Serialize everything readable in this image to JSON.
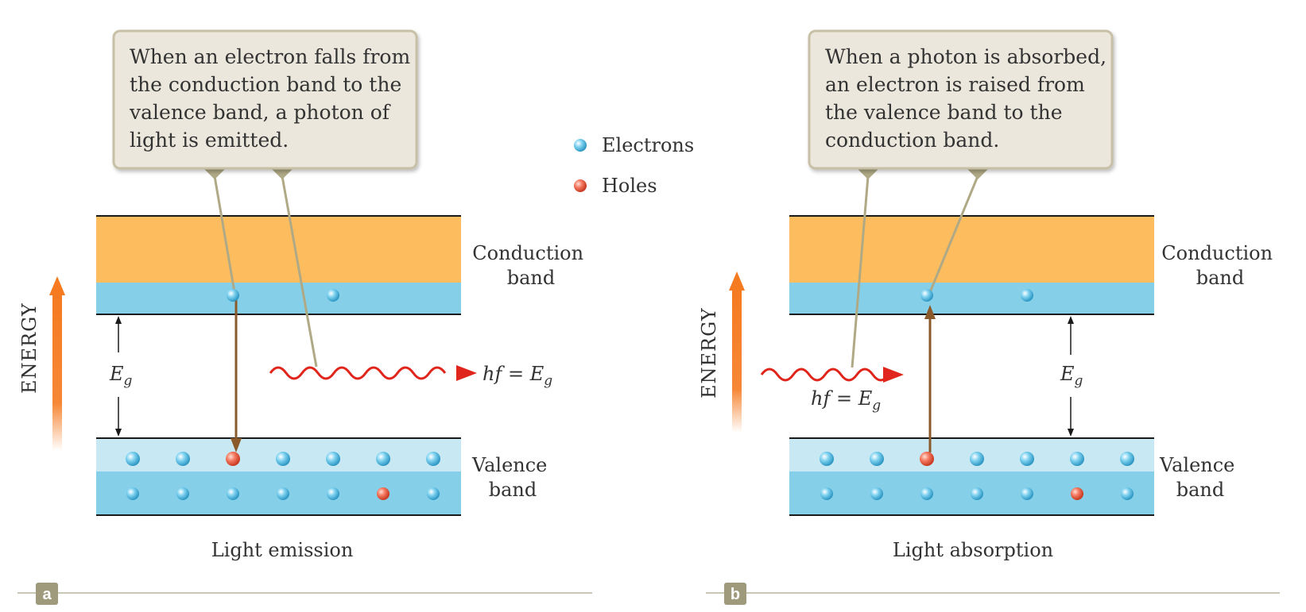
{
  "legend": {
    "electrons_label": "Electrons",
    "holes_label": "Holes"
  },
  "panel_a": {
    "letter": "a",
    "callout_lines": [
      "When an electron falls from",
      "the conduction band to the",
      "valence band, a photon of",
      "light is emitted."
    ],
    "conduction_label_lines": [
      "Conduction",
      "band"
    ],
    "valence_label_lines": [
      "Valence",
      "band"
    ],
    "gap_label": "E",
    "gap_sub": "g",
    "photon_label_main": "hf = E",
    "photon_label_sub": "g",
    "energy_label": "ENERGY",
    "caption": "Light emission"
  },
  "panel_b": {
    "letter": "b",
    "callout_lines": [
      "When a photon is absorbed,",
      "an electron is raised from",
      "the valence band to the",
      "conduction band."
    ],
    "conduction_label_lines": [
      "Conduction",
      "band"
    ],
    "valence_label_lines": [
      "Valence",
      "band"
    ],
    "gap_label": "E",
    "gap_sub": "g",
    "photon_label_main": "hf = E",
    "photon_label_sub": "g",
    "energy_label": "ENERGY",
    "caption": "Light absorption"
  },
  "colors": {
    "conduction_band": "#fdbd5e",
    "conduction_electron_layer": "#85d0e8",
    "valence_top_layer": "#c8e9f4",
    "valence_bottom_layer": "#85d0e8",
    "electron": "#5bc0e6",
    "hole": "#f0644c",
    "photon": "#e0261c",
    "transition_arrow": "#8b5a2b",
    "energy_arrow": "#f57a20",
    "callout_fill": "#ebe7dc",
    "callout_border": "#c8c0a6",
    "pointer_line": "#b0a985",
    "panel_badge": "#9f9a7c"
  }
}
